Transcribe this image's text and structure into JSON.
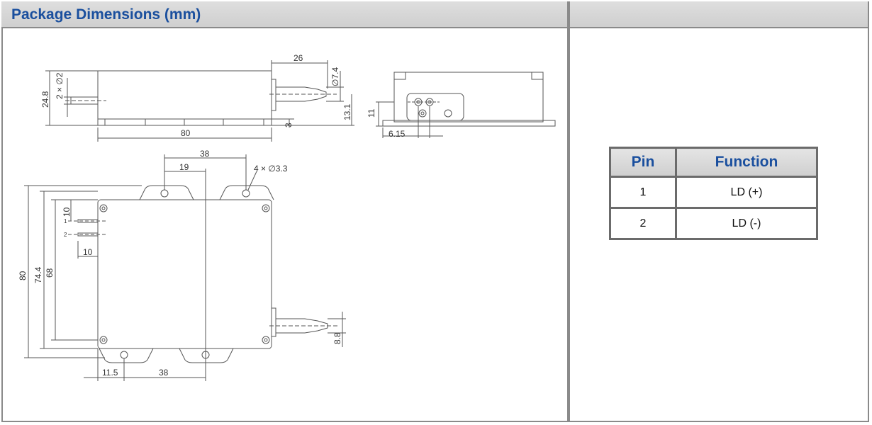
{
  "header": {
    "title": "Package Dimensions (mm)"
  },
  "drawing": {
    "side_view": {
      "width": "80",
      "height": "24.8",
      "pin_dia": "2 × ∅2",
      "fiber_len": "26",
      "fiber_dia": "∅7.4",
      "fiber_height": "13.1",
      "base": "3"
    },
    "end_view": {
      "height": "11",
      "offset": "6.15"
    },
    "top_view": {
      "hole_spacing": "38",
      "half": "19",
      "holes": "4 × ∅3.3",
      "pin_offset": "10",
      "pin_len": "10",
      "pin1": "1",
      "pin2": "2",
      "total_h": "80",
      "h2": "74.4",
      "h3": "68",
      "fiber_off": "8.8",
      "left_off": "11.5",
      "bottom_spacing": "38"
    }
  },
  "pin_table": {
    "headers": [
      "Pin",
      "Function"
    ],
    "rows": [
      {
        "pin": "1",
        "function": "LD (+)"
      },
      {
        "pin": "2",
        "function": "LD (-)"
      }
    ]
  },
  "colors": {
    "title": "#1a4f9e",
    "border": "#8a8a8a",
    "line": "#444444"
  }
}
